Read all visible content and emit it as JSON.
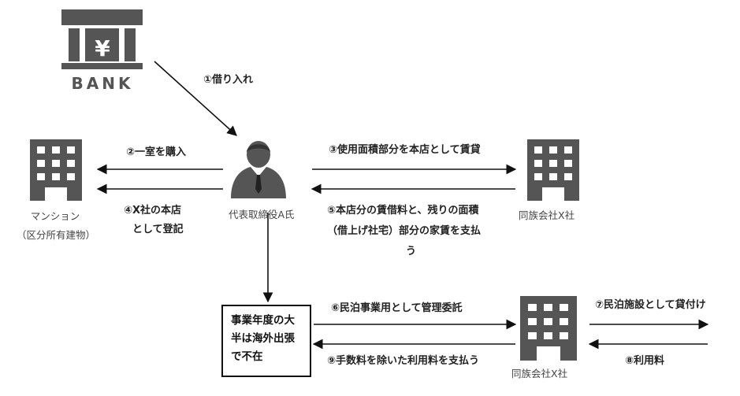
{
  "bank_label": "BANK",
  "bank_symbol": "¥",
  "nodes": {
    "person": "代表取締役A氏",
    "mansion_line1": "マンション",
    "mansion_line2": "（区分所有建物）",
    "company_top": "同族会社X社",
    "company_bottom": "同族会社X社",
    "absent_box": "事業年度の大半は海外出張で不在"
  },
  "edges": {
    "e1": "①借り入れ",
    "e2": "②一室を購入",
    "e3": "③使用面積部分を本店として賃貸",
    "e4_line1": "④X社の本店",
    "e4_line2": "として登記",
    "e5_line1": "⑤本店分の賃借料と、残りの面積",
    "e5_line2": "（借上げ社宅）部分の家賃を支払",
    "e5_line3": "う",
    "e6": "⑥民泊事業用として管理委託",
    "e7": "⑦民泊施設として貸付け",
    "e8": "⑧利用料",
    "e9": "⑨手数料を除いた利用料を支払う"
  }
}
